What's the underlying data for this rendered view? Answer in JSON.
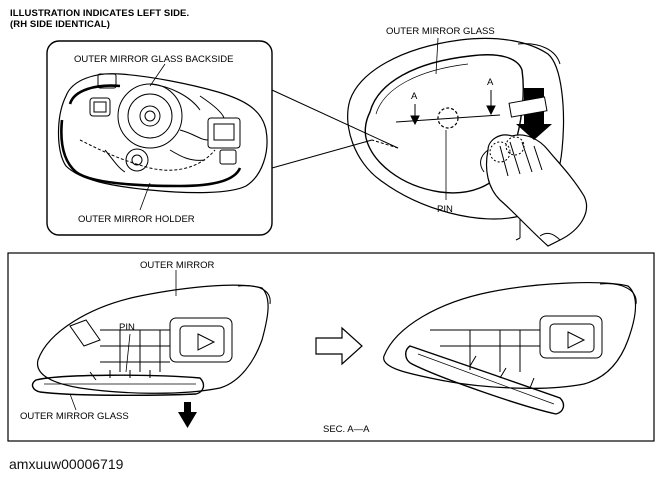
{
  "header": {
    "line1": "ILLUSTRATION INDICATES LEFT SIDE.",
    "line2": "(RH SIDE IDENTICAL)"
  },
  "labels": {
    "glass_backside": "OUTER MIRROR GLASS BACKSIDE",
    "mirror_holder": "OUTER MIRROR HOLDER",
    "mirror_glass_top": "OUTER MIRROR GLASS",
    "section_mark_left": "A",
    "section_mark_right": "A",
    "pin_top": "PIN",
    "outer_mirror": "OUTER MIRROR",
    "pin_bottom": "PIN",
    "mirror_glass_bottom": "OUTER MIRROR GLASS",
    "section": "SEC. A—A"
  },
  "caption": "amxuuw00006719",
  "colors": {
    "line": "#000000",
    "background": "#ffffff",
    "panel_fill": "#ffffff"
  },
  "icons": {
    "arrow_down": "arrow-down-icon",
    "arrow_right": "arrow-right-icon"
  }
}
